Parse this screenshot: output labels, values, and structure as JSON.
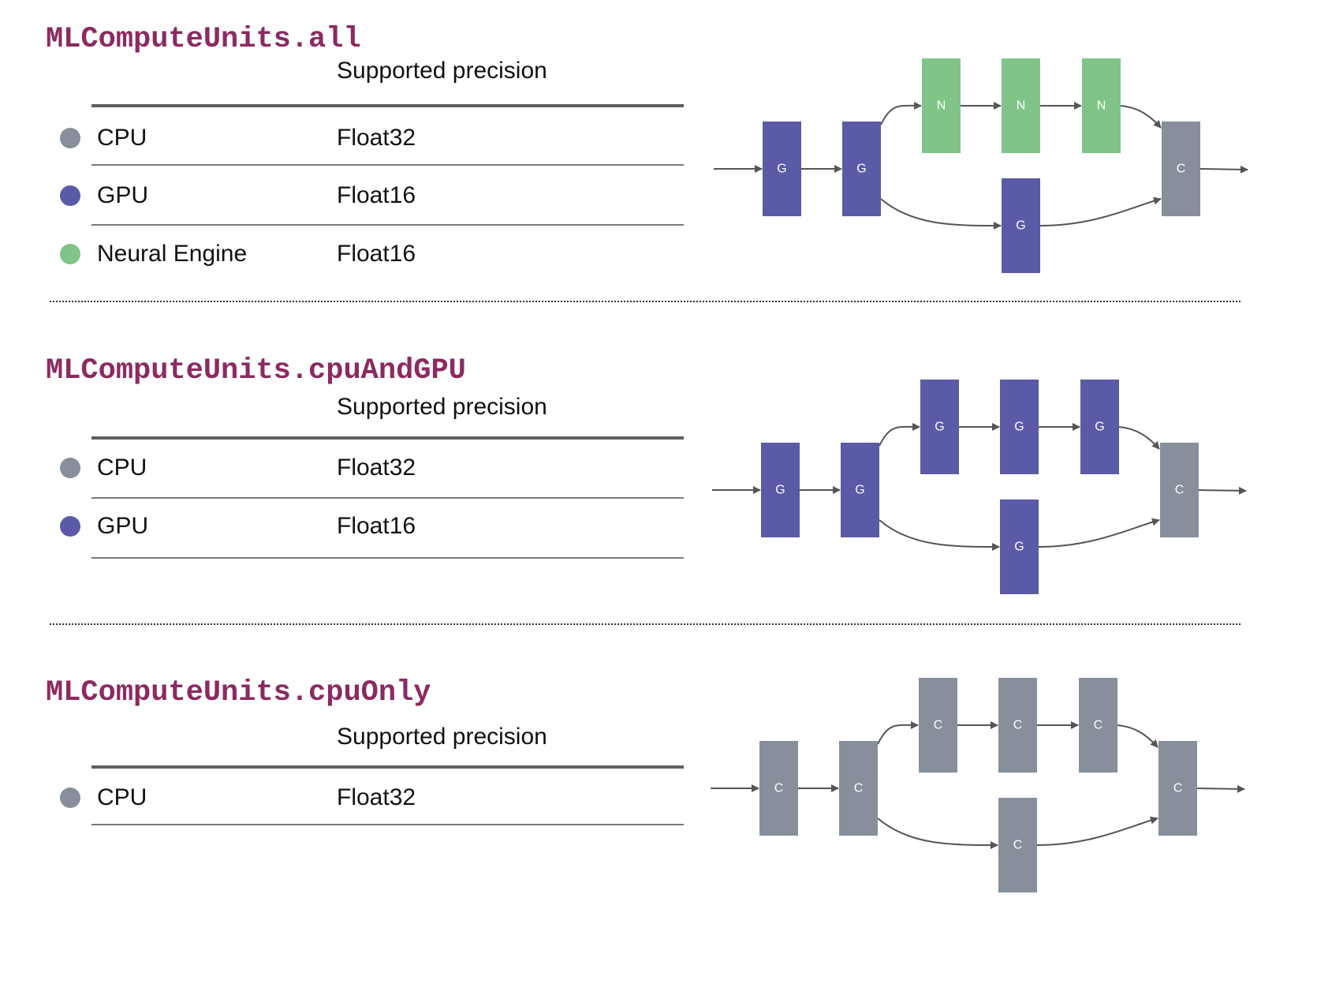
{
  "colors": {
    "heading": "#8B2A62",
    "cpu": "#868F9B",
    "gpu": "#5A5AA6",
    "neural_engine": "#80C587",
    "arrow": "#555555"
  },
  "legend": {
    "C": "CPU",
    "G": "GPU",
    "N": "Neural Engine"
  },
  "sections": [
    {
      "heading": "MLComputeUnits.all",
      "column_header": "Supported precision",
      "rows": [
        {
          "unit": "CPU",
          "precision": "Float32",
          "color_key": "cpu"
        },
        {
          "unit": "GPU",
          "precision": "Float16",
          "color_key": "gpu"
        },
        {
          "unit": "Neural Engine",
          "precision": "Float16",
          "color_key": "neural_engine"
        }
      ],
      "diagram": {
        "nodes": [
          {
            "id": "in1",
            "label": "G",
            "unit": "gpu"
          },
          {
            "id": "in2",
            "label": "G",
            "unit": "gpu"
          },
          {
            "id": "top1",
            "label": "N",
            "unit": "neural_engine"
          },
          {
            "id": "top2",
            "label": "N",
            "unit": "neural_engine"
          },
          {
            "id": "top3",
            "label": "N",
            "unit": "neural_engine"
          },
          {
            "id": "bot1",
            "label": "G",
            "unit": "gpu"
          },
          {
            "id": "out",
            "label": "C",
            "unit": "cpu"
          }
        ],
        "edges": [
          [
            "input",
            "in1"
          ],
          [
            "in1",
            "in2"
          ],
          [
            "in2",
            "top1"
          ],
          [
            "top1",
            "top2"
          ],
          [
            "top2",
            "top3"
          ],
          [
            "top3",
            "out"
          ],
          [
            "in2",
            "bot1"
          ],
          [
            "bot1",
            "out"
          ],
          [
            "out",
            "output"
          ]
        ]
      }
    },
    {
      "heading": "MLComputeUnits.cpuAndGPU",
      "column_header": "Supported precision",
      "rows": [
        {
          "unit": "CPU",
          "precision": "Float32",
          "color_key": "cpu"
        },
        {
          "unit": "GPU",
          "precision": "Float16",
          "color_key": "gpu"
        }
      ],
      "diagram": {
        "nodes": [
          {
            "id": "in1",
            "label": "G",
            "unit": "gpu"
          },
          {
            "id": "in2",
            "label": "G",
            "unit": "gpu"
          },
          {
            "id": "top1",
            "label": "G",
            "unit": "gpu"
          },
          {
            "id": "top2",
            "label": "G",
            "unit": "gpu"
          },
          {
            "id": "top3",
            "label": "G",
            "unit": "gpu"
          },
          {
            "id": "bot1",
            "label": "G",
            "unit": "gpu"
          },
          {
            "id": "out",
            "label": "C",
            "unit": "cpu"
          }
        ],
        "edges": [
          [
            "input",
            "in1"
          ],
          [
            "in1",
            "in2"
          ],
          [
            "in2",
            "top1"
          ],
          [
            "top1",
            "top2"
          ],
          [
            "top2",
            "top3"
          ],
          [
            "top3",
            "out"
          ],
          [
            "in2",
            "bot1"
          ],
          [
            "bot1",
            "out"
          ],
          [
            "out",
            "output"
          ]
        ]
      }
    },
    {
      "heading": "MLComputeUnits.cpuOnly",
      "column_header": "Supported precision",
      "rows": [
        {
          "unit": "CPU",
          "precision": "Float32",
          "color_key": "cpu"
        }
      ],
      "diagram": {
        "nodes": [
          {
            "id": "in1",
            "label": "C",
            "unit": "cpu"
          },
          {
            "id": "in2",
            "label": "C",
            "unit": "cpu"
          },
          {
            "id": "top1",
            "label": "C",
            "unit": "cpu"
          },
          {
            "id": "top2",
            "label": "C",
            "unit": "cpu"
          },
          {
            "id": "top3",
            "label": "C",
            "unit": "cpu"
          },
          {
            "id": "bot1",
            "label": "C",
            "unit": "cpu"
          },
          {
            "id": "out",
            "label": "C",
            "unit": "cpu"
          }
        ],
        "edges": [
          [
            "input",
            "in1"
          ],
          [
            "in1",
            "in2"
          ],
          [
            "in2",
            "top1"
          ],
          [
            "top1",
            "top2"
          ],
          [
            "top2",
            "top3"
          ],
          [
            "top3",
            "out"
          ],
          [
            "in2",
            "bot1"
          ],
          [
            "bot1",
            "out"
          ],
          [
            "out",
            "output"
          ]
        ]
      }
    }
  ]
}
